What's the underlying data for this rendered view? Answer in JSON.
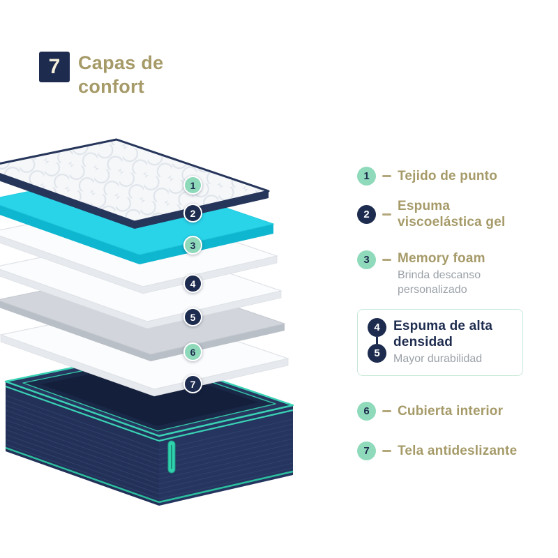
{
  "header": {
    "badge_number": "7",
    "title": "Capas de confort"
  },
  "colors": {
    "navy": "#1d2b4e",
    "mint": "#90dabc",
    "tan": "#a59a68",
    "cyan_layer": "#29d4e9",
    "teal_accent": "#3ad2b4",
    "subtext_gray": "#9ba1a8",
    "box_border": "#c9e8d9"
  },
  "diagram": {
    "markers": [
      {
        "num": "1",
        "variant": "mint"
      },
      {
        "num": "2",
        "variant": "navy"
      },
      {
        "num": "3",
        "variant": "mint"
      },
      {
        "num": "4",
        "variant": "navy"
      },
      {
        "num": "5",
        "variant": "navy"
      },
      {
        "num": "6",
        "variant": "mint"
      },
      {
        "num": "7",
        "variant": "navy"
      }
    ]
  },
  "legend": {
    "items": [
      {
        "num": "1",
        "variant": "mint",
        "title": "Tejido de punto"
      },
      {
        "num": "2",
        "variant": "navy",
        "title": "Espuma viscoelástica gel"
      },
      {
        "num": "3",
        "variant": "mint",
        "title": "Memory foam",
        "subtitle": "Brinda descanso personalizado"
      },
      {
        "num": "4",
        "num2": "5",
        "variant": "navy",
        "boxed": true,
        "title": "Espuma de alta densidad",
        "subtitle": "Mayor durabilidad"
      },
      {
        "num": "6",
        "variant": "mint",
        "title": "Cubierta interior"
      },
      {
        "num": "7",
        "variant": "mint",
        "title": "Tela antideslizante"
      }
    ]
  }
}
